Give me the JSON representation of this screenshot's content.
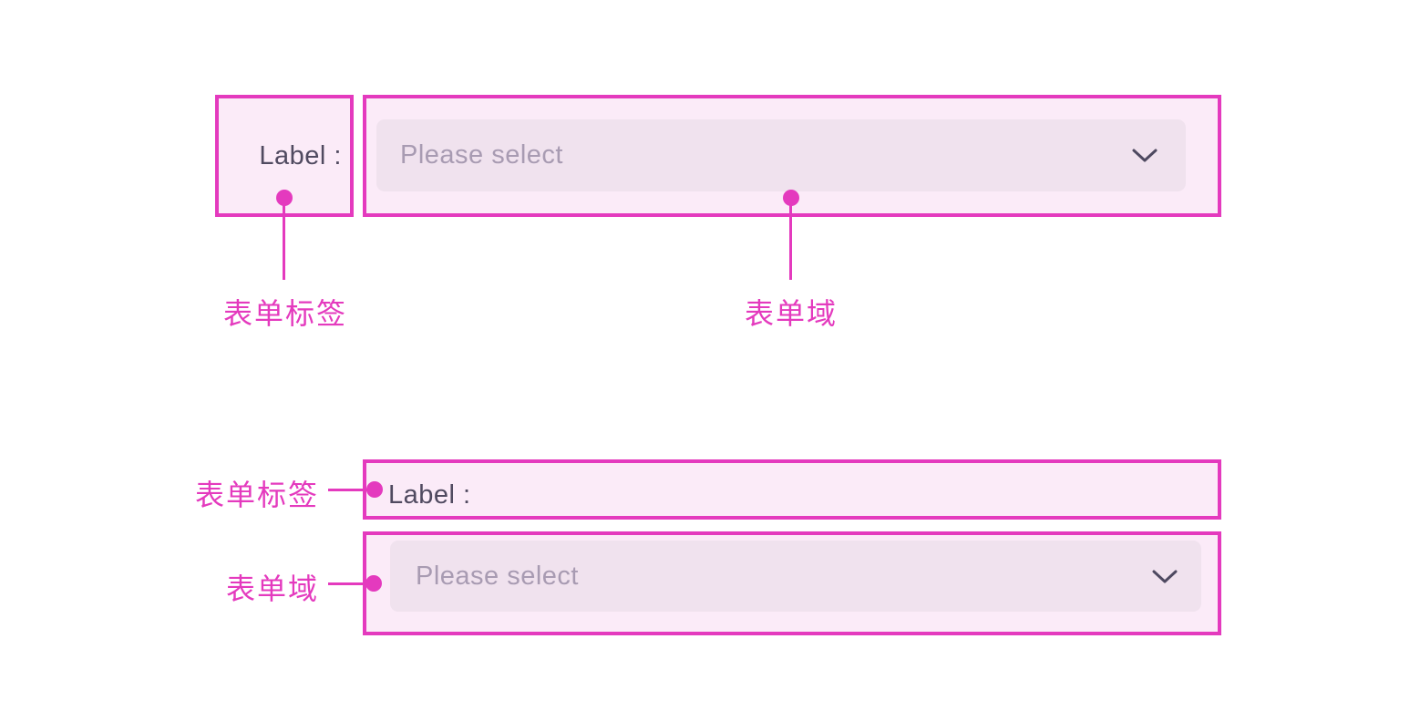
{
  "horizontal_form": {
    "label": "Label :",
    "select_placeholder": "Please select",
    "annotations": {
      "label": "表单标签",
      "field": "表单域"
    }
  },
  "vertical_form": {
    "label": "Label :",
    "select_placeholder": "Please select",
    "annotations": {
      "label": "表单标签",
      "field": "表单域"
    }
  },
  "icons": {
    "select_arrow": "chevron-down"
  },
  "colors": {
    "annotation_magenta": "#E43ABE",
    "box_fill": "#FBEBF8",
    "select_fill": "#F0E2EE",
    "label_text": "#504A60",
    "placeholder_text": "#A89BB2",
    "chevron": "#4E4960",
    "background": "#FFFFFF"
  }
}
